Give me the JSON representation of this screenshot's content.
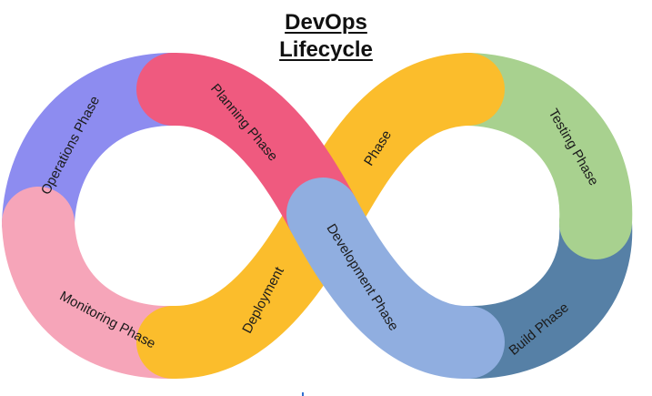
{
  "title": {
    "line1": "DevOps",
    "line2": "Lifecycle"
  },
  "phases": [
    {
      "key": "operations",
      "label": "Operations Phase",
      "color": "#8d8cf0"
    },
    {
      "key": "planning",
      "label": "Planning Phase",
      "color": "#ef5a7f"
    },
    {
      "key": "phase",
      "label": "Phase",
      "color": "#fbbd2c"
    },
    {
      "key": "testing",
      "label": "Testing Phase",
      "color": "#a8d18f"
    },
    {
      "key": "build",
      "label": "Build Phase",
      "color": "#5680a6"
    },
    {
      "key": "development",
      "label": "Development Phase",
      "color": "#90aee0"
    },
    {
      "key": "deployment",
      "label": "Deployment",
      "color": "#fbbd2c"
    },
    {
      "key": "monitoring",
      "label": "Monitoring Phase",
      "color": "#f6a5b9"
    }
  ]
}
